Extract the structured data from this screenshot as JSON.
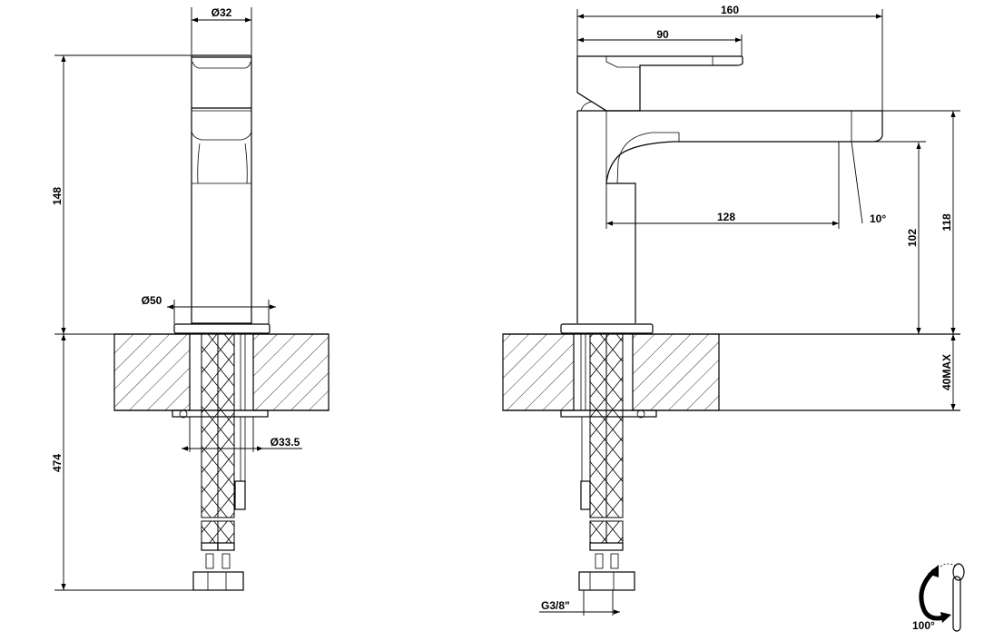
{
  "drawing": {
    "front_view": {
      "spout_diameter": "Ø32",
      "flange_diameter": "Ø50",
      "hole_diameter": "Ø33.5",
      "height_above_deck": "148",
      "hose_length": "474"
    },
    "side_view": {
      "overall_reach": "160",
      "lever_length": "90",
      "spout_reach": "128",
      "spout_angle": "10°",
      "outlet_height": "102",
      "overall_height": "118",
      "max_deck_thickness": "40MAX",
      "connection_thread": "G3/8\""
    },
    "lever_rotation": {
      "angle": "100°"
    },
    "colors": {
      "line": "#000000",
      "background": "#ffffff"
    }
  }
}
